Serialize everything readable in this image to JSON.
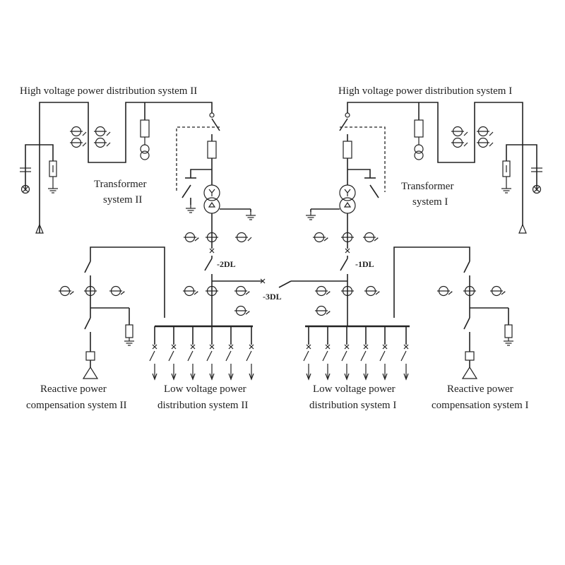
{
  "diagram": {
    "labels": {
      "hv_system_2": "High voltage power distribution system II",
      "hv_system_1": "High voltage power distribution system I",
      "transformer_2_line1": "Transformer",
      "transformer_2_line2": "system II",
      "transformer_1_line1": "Transformer",
      "transformer_1_line2": "system I",
      "breaker_2": "-2DL",
      "breaker_1": "-1DL",
      "breaker_3": "-3DL",
      "reactive_2_line1": "Reactive power",
      "reactive_2_line2": "compensation system II",
      "lv_2_line1": "Low voltage power",
      "lv_2_line2": "distribution system II",
      "lv_1_line1": "Low voltage power",
      "lv_1_line2": "distribution system I",
      "reactive_1_line1": "Reactive power",
      "reactive_1_line2": "compensation system I"
    }
  }
}
